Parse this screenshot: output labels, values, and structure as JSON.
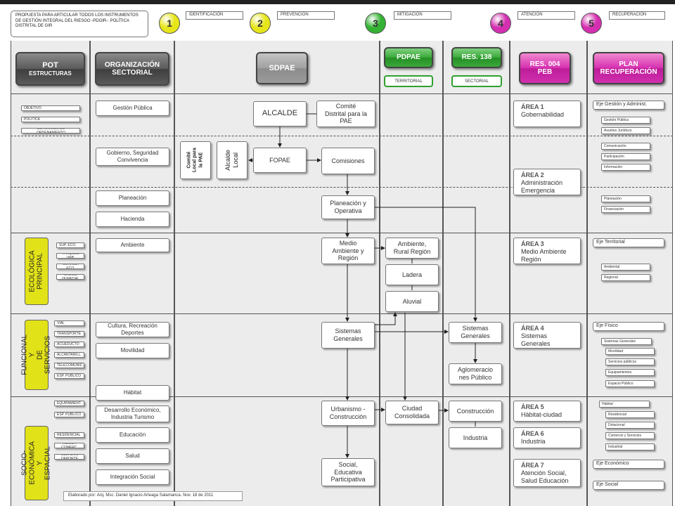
{
  "notes": "PROPUESTA PARA ARTICULAR TODOS LOS INSTRUMENTOS DE GESTIÓN INTEGRAL DEL RIESGO -PDGIR-: POLÍTICA DISTRITAL DE GIR",
  "phases": [
    {
      "num": "1",
      "label": "IDENTIFICACIÓN",
      "color": "#e6e61a"
    },
    {
      "num": "2",
      "label": "PREVENCIÓN",
      "color": "#e6e61a"
    },
    {
      "num": "3",
      "label": "MITIGACIÓN",
      "color": "#33b233"
    },
    {
      "num": "4",
      "label": "ATENCIÓN",
      "color": "#d42fb0"
    },
    {
      "num": "5",
      "label": "RECUPERACIÓN",
      "color": "#d42fb0"
    }
  ],
  "headers": {
    "pot": {
      "line1": "POT",
      "line2": "ESTRUCTURAS"
    },
    "org": {
      "line1": "ORGANIZACIÓN",
      "line2": "SECTORIAL"
    },
    "sdpae": "SDPAE",
    "pdpae": "PDPAE",
    "pdpae_sub": "TERRITORIAL",
    "res138": "RES. 138",
    "res138_sub": "SECTORIAL",
    "res004": {
      "line1": "RES. 004",
      "line2": "PEB"
    },
    "plan": {
      "line1": "PLAN",
      "line2": "RECUPERACIÓN"
    }
  },
  "pot_tiny_1": [
    "OBJETIVO",
    "POLÍTICA",
    "ESTRATEGIA DE ORDENAMIENTO"
  ],
  "pot_tiny_2": [
    "SUP. ECO.",
    "PARQUES URB.",
    "CORRED. ECO.",
    "LAGOS, HUMEDAL"
  ],
  "pot_tiny_3": [
    "VIAL",
    "TRANSPORTE",
    "ACUEDUCTO",
    "ALCANTARILL.",
    "TELECOMUNIC.",
    "ESP. PÚBLICO"
  ],
  "pot_tiny_4": [
    "EQUIPAMIENT.",
    "ESP. PÚBLICO",
    "RESIDENCIAL",
    "INDUS. / COMERC.",
    "CULTURA, DEPORTE"
  ],
  "side_labels": {
    "ecologica": "ECOLÓGICA\nPRINCIPAL",
    "funcional": "FUNCIONAL Y\nDE SERVICIOS",
    "socio": "SOCIO-\nECONÓMICA Y\nESPACIAL"
  },
  "org_boxes": [
    "Gestión Pública",
    "Gobierno, Seguridad\nConvivencia",
    "Planeación",
    "Hacienda",
    "Ambiente",
    "Cultura, Recreación\nDeportes",
    "Movilidad",
    "Hábitat",
    "Desarrollo Económico,\nIndustria Turismo",
    "Educación",
    "Salud",
    "Integración Social"
  ],
  "sdpae": {
    "alcalde": "ALCALDE",
    "comite_distrital": "Comité\nDistrital para la\nPAE",
    "comite_local": "Comité\nLocal para\nla PAE",
    "alcalde_local": "Alcalde\nLocal",
    "fopae": "FOPAE",
    "comisiones": "Comisiones",
    "planeacion": "Planeación y\nOperativa",
    "medio_ambiente": "Medio\nAmbiente y\nRegión",
    "sistemas": "Sistemas\nGenerales",
    "urbanismo": "Urbanismo -\nConstrucción",
    "social": "Social,\nEducativa\nParticipativa"
  },
  "pdpae": [
    "Ambiente,\nRural Región",
    "Ladera",
    "Aluvial",
    "Ciudad\nConsolidada"
  ],
  "res138": [
    "Sistemas\nGenerales",
    "Aglomeracio\nnes Público",
    "Construcción",
    "Industria"
  ],
  "areas": [
    {
      "num": "ÁREA 1",
      "text": "Gobernabilidad"
    },
    {
      "num": "ÁREA 2",
      "text": "Administración\nEmergencia"
    },
    {
      "num": "ÁREA 3",
      "text": "Medio Ambiente\nRegión"
    },
    {
      "num": "ÁREA 4",
      "text": "Sistemas\nGenerales"
    },
    {
      "num": "ÁREA 5",
      "text": "Hábitat-ciudad"
    },
    {
      "num": "ÁREA 6",
      "text": "Industria"
    },
    {
      "num": "ÁREA 7",
      "text": "Atención Social,\nSalud Educación"
    }
  ],
  "plan": {
    "eje_gestion": "Eje Gestión y Administ.",
    "gestion_items": [
      "Gestión Pública",
      "Asuntos Jurídicos",
      "Comunicación",
      "Participación",
      "Información",
      "Planeación",
      "Financiación"
    ],
    "eje_territorial": "Eje Territorial",
    "territorial_items": [
      "Ambiental",
      "Regional"
    ],
    "eje_fisico": "Eje Físico",
    "fisico_items": [
      "Sistemas Generales",
      "Movilidad",
      "Servicios públicos",
      "Equipamientos",
      "Espacio Público",
      "Hábitat",
      "Residencial",
      "Dotacional",
      "Comercio y Servicios",
      "Industrial"
    ],
    "eje_economico": "Eje Económico",
    "eje_social": "Eje Social"
  },
  "credit": "Elaborado por: Arq. Msc. Daniel Ignacio Arteaga Salamanca. Nov. 18 de 2011"
}
